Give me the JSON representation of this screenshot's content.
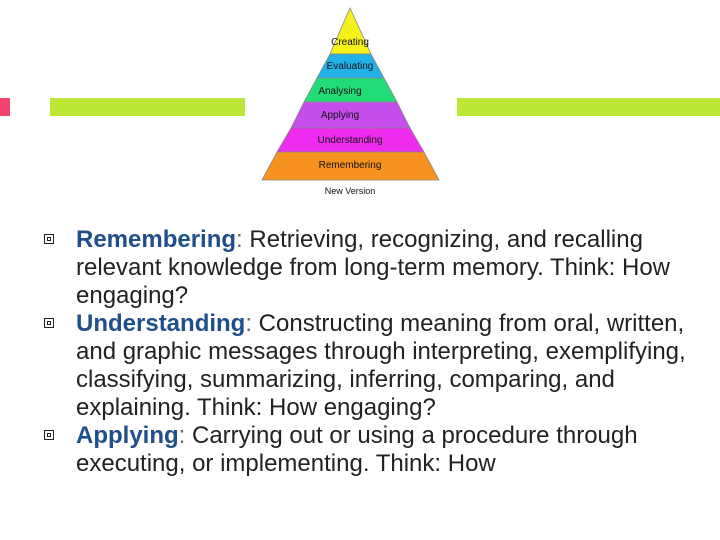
{
  "colors": {
    "accent_pink": "#f2426e",
    "accent_green": "#bde838",
    "term_text": "#1f4f8a"
  },
  "pyramid": {
    "levels": [
      {
        "label": "Creating",
        "color": "#f4f21a"
      },
      {
        "label": "Evaluating",
        "color": "#21b2e8"
      },
      {
        "label": "Analysing",
        "color": "#22dd77"
      },
      {
        "label": "Applying",
        "color": "#c54dec"
      },
      {
        "label": "Understanding",
        "color": "#ee2bee"
      },
      {
        "label": "Remembering",
        "color": "#f7921e"
      }
    ],
    "caption": "New Version"
  },
  "bullets": [
    {
      "term": "Remembering",
      "colon": ":",
      "text": " Retrieving, recognizing, and recalling relevant knowledge from long-term memory.  Think: How engaging?"
    },
    {
      "term": "Understanding",
      "colon": ":",
      "text": " Constructing meaning from oral, written, and graphic messages through interpreting, exemplifying, classifying, summarizing, inferring, comparing, and explaining.  Think: How engaging?"
    },
    {
      "term": "Applying",
      "colon": ":",
      "text": " Carrying out or using a procedure through executing, or implementing. Think: How"
    }
  ]
}
